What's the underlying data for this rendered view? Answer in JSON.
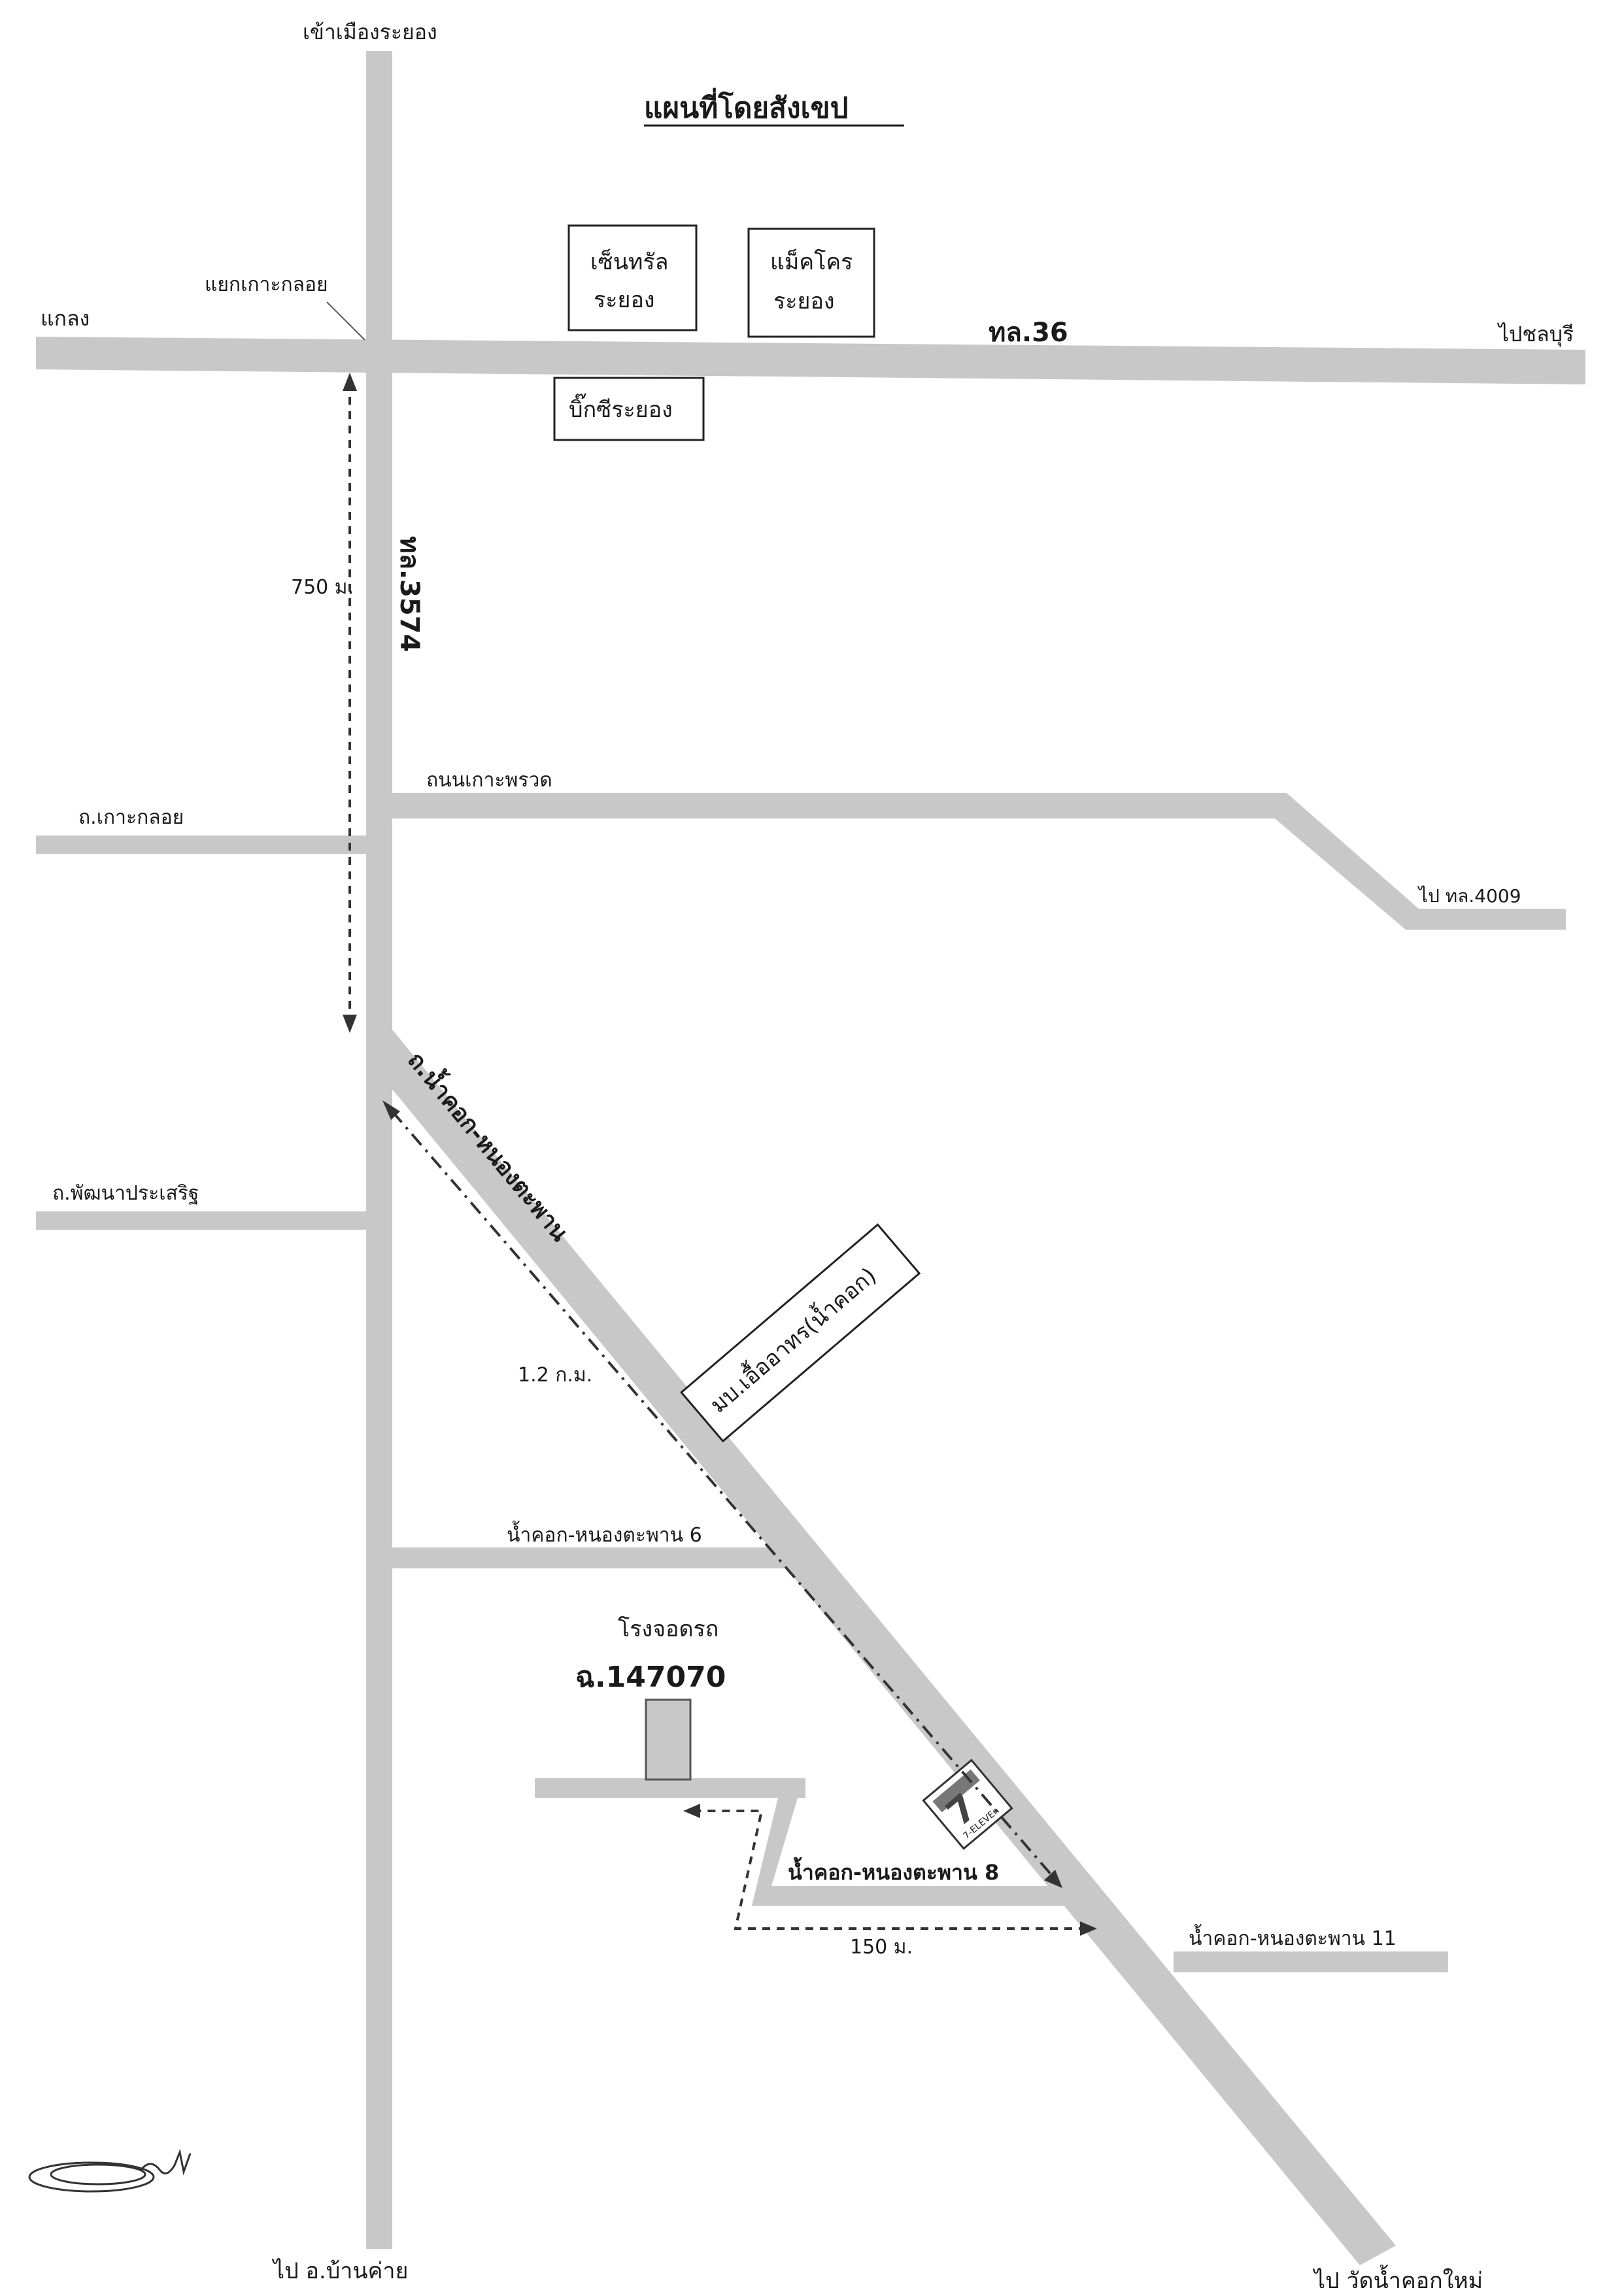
{
  "title": "แผนที่โดยสังเขป",
  "roads": {
    "hwy36": "ทล.36",
    "hwy3574": "ทล.3574",
    "to_rayong_city": "เข้าเมืองระยอง",
    "to_klaeng": "แกลง",
    "to_chonburi": "ไปชลบุรี",
    "ko_kloi_junction": "แยกเกาะกลอย",
    "ko_phruat_road": "ถนนเกาะพรวด",
    "ko_kloi_road": "ถ.เกาะกลอย",
    "to_hwy4009": "ไป ทล.4009",
    "phatthana_prasoet": "ถ.พัฒนาประเสริฐ",
    "namkhok_nongtaphan_road": "ถ.น้ำคอก-หนองตะพาน",
    "soi6": "น้ำคอก-หนองตะพาน 6",
    "soi8": "น้ำคอก-หนองตะพาน 8",
    "soi11": "น้ำคอก-หนองตะพาน 11",
    "to_ban_khai": "ไป อ.บ้านค่าย",
    "to_wat_namkhok_mai": "ไป วัดน้ำคอกใหม่"
  },
  "landmarks": {
    "central": [
      "เซ็นทรัล",
      "ระยอง"
    ],
    "makro": [
      "แม็คโคร",
      "ระยอง"
    ],
    "bigc": "บิ๊กซีระยอง",
    "village": "มบ.เอื้ออาทร(น้ำคอก)",
    "garage_label": "โรงจอดรถ",
    "garage_code": "ฉ.147070",
    "store_sign": "7-ELEVEn"
  },
  "distances": {
    "d750": "750 ม.",
    "d1200": "1.2 ก.ม.",
    "d150": "150 ม."
  },
  "colors": {
    "road": "#c8c8c8",
    "ink": "#1a1a1a"
  }
}
